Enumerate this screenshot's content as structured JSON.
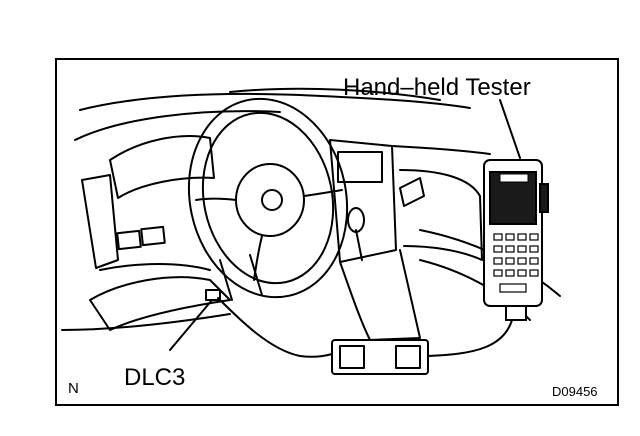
{
  "labels": {
    "tester": "Hand–held Tester",
    "dlc": "DLC3",
    "corner_left": "N",
    "figure_code": "D09456"
  },
  "colors": {
    "ink": "#000000",
    "paper": "#ffffff",
    "screen": "#1a1a1a"
  }
}
